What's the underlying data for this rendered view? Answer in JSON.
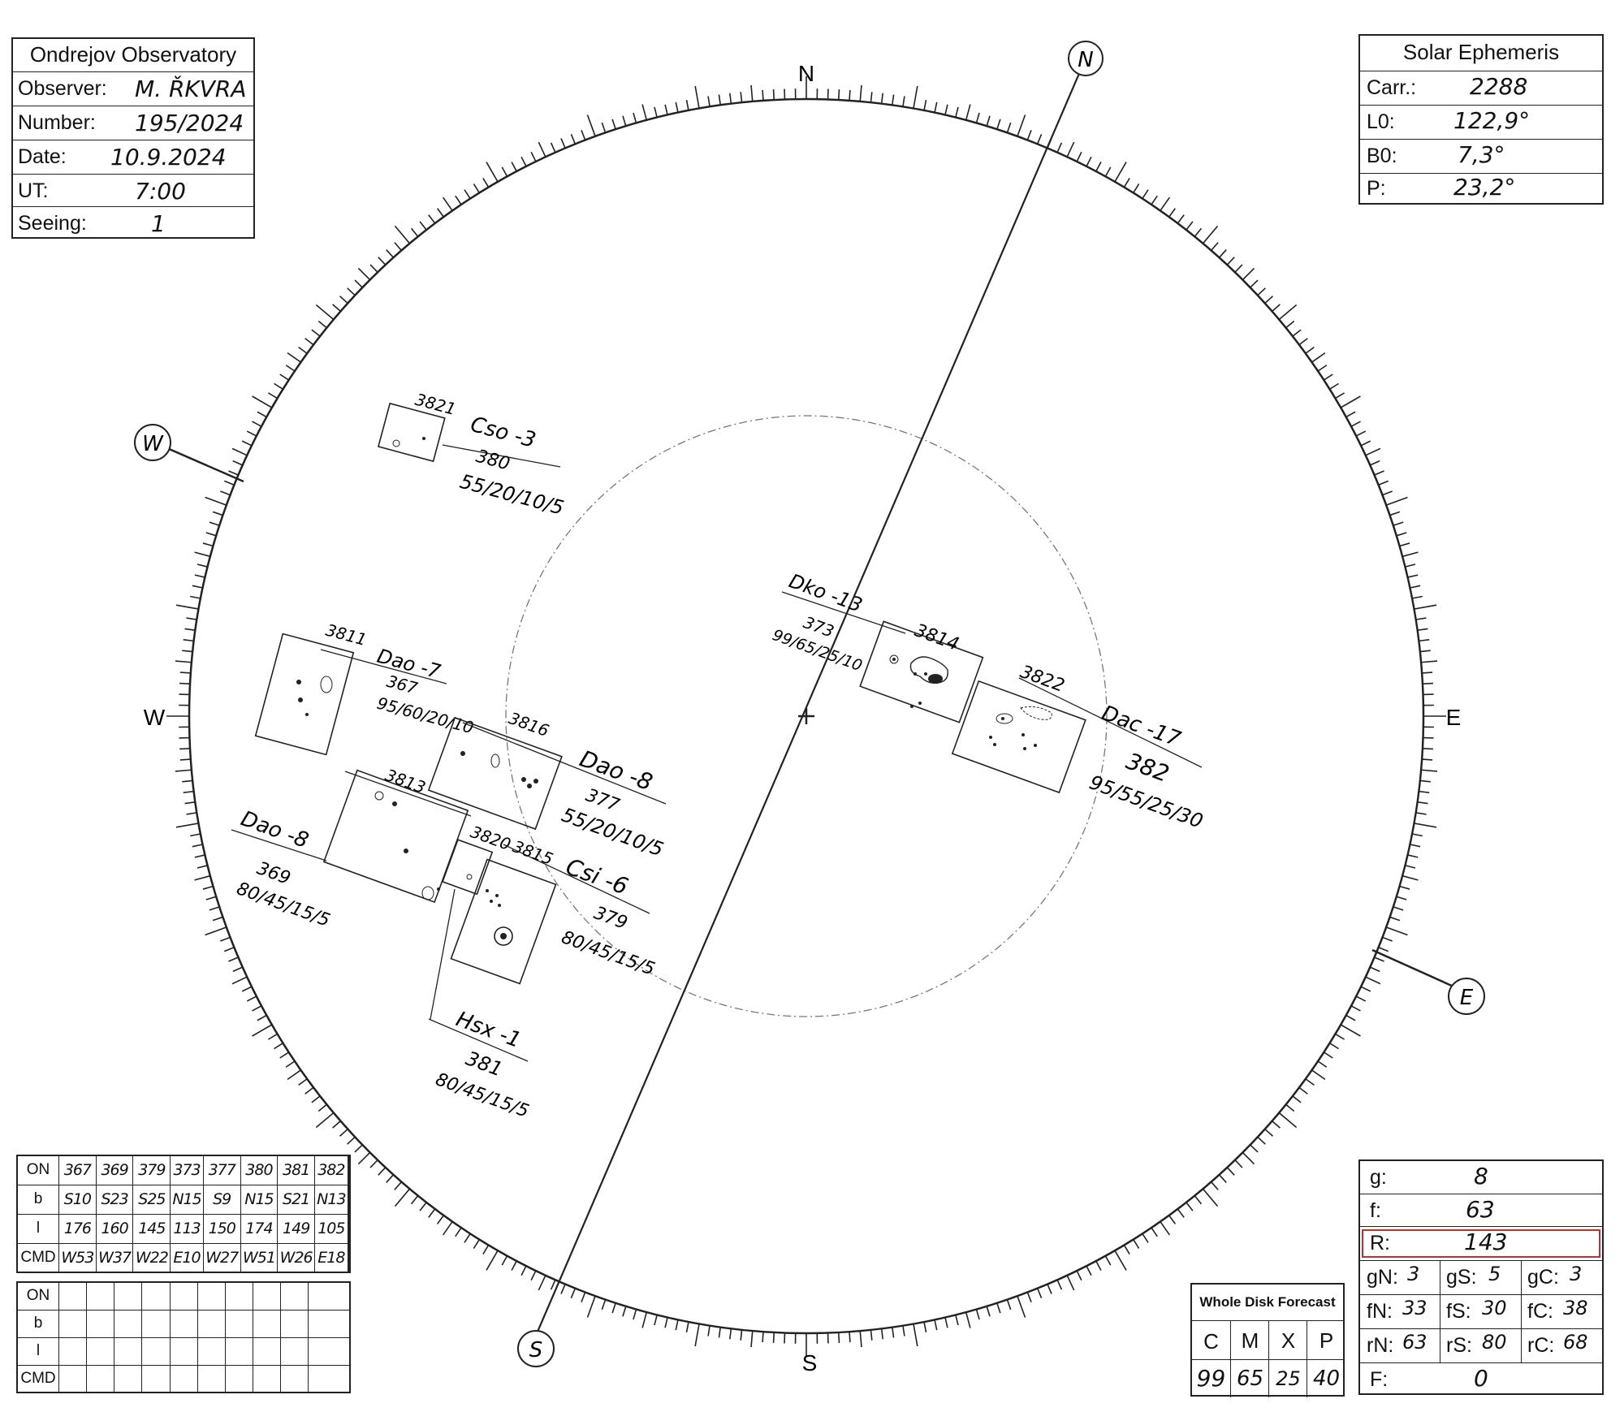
{
  "header": {
    "title": "Ondrejov Observatory",
    "fields": [
      {
        "label": "Observer:",
        "value": "M. ŘKVRA"
      },
      {
        "label": "Number:",
        "value": "195/2024"
      },
      {
        "label": "Date:",
        "value": "10.9.2024"
      },
      {
        "label": "UT:",
        "value": "7:00"
      },
      {
        "label": "Seeing:",
        "value": "1"
      }
    ]
  },
  "ephemeris": {
    "title": "Solar Ephemeris",
    "fields": [
      {
        "label": "Carr.:",
        "value": "2288"
      },
      {
        "label": "L0:",
        "value": "122,9°"
      },
      {
        "label": "B0:",
        "value": "7,3°"
      },
      {
        "label": "P:",
        "value": "23,2°"
      }
    ]
  },
  "compass": {
    "N": "N",
    "S": "S",
    "E": "E",
    "W": "W"
  },
  "axis_markers": {
    "N": "N",
    "S": "S",
    "E": "E",
    "W": "W"
  },
  "groups": [
    {
      "id": "3821",
      "class": "Cso -3",
      "number": "380",
      "params": "55/20/10/5"
    },
    {
      "id": "3811",
      "class": "Dao -7",
      "number": "367",
      "params": "95/60/20/10"
    },
    {
      "id": "3816",
      "class": "Dao -8",
      "number": "377",
      "params": "55/20/10/5"
    },
    {
      "id": "3813",
      "class": "Dao -8",
      "number": "369",
      "params": "80/45/15/5"
    },
    {
      "id": "3820",
      "class": "",
      "number": "",
      "params": ""
    },
    {
      "id": "3815",
      "class": "Csi -6",
      "number": "379",
      "params": "80/45/15/5"
    },
    {
      "id": "",
      "class": "Hsx -1",
      "number": "381",
      "params": "80/45/15/5"
    },
    {
      "id": "3814",
      "class": "Dko -13",
      "number": "373",
      "params": "99/65/25/10"
    },
    {
      "id": "3822",
      "class": "Dac -17",
      "number": "382",
      "params": "95/55/25/30"
    }
  ],
  "on_table": {
    "rows": [
      {
        "label": "ON",
        "cells": [
          "367",
          "369",
          "379",
          "373",
          "377",
          "380",
          "381",
          "382",
          "",
          ""
        ]
      },
      {
        "label": "b",
        "cells": [
          "S10",
          "S23",
          "S25",
          "N15",
          "S9",
          "N15",
          "S21",
          "N13",
          "",
          ""
        ]
      },
      {
        "label": "l",
        "cells": [
          "176",
          "160",
          "145",
          "113",
          "150",
          "174",
          "149",
          "105",
          "",
          ""
        ]
      },
      {
        "label": "CMD",
        "cells": [
          "W53",
          "W37",
          "W22",
          "E10",
          "W27",
          "W51",
          "W26",
          "E18",
          "",
          ""
        ]
      }
    ]
  },
  "on_table_empty": {
    "rows": [
      {
        "label": "ON"
      },
      {
        "label": "b"
      },
      {
        "label": "l"
      },
      {
        "label": "CMD"
      }
    ]
  },
  "forecast": {
    "title": "Whole Disk Forecast",
    "headers": [
      "C",
      "M",
      "X",
      "P"
    ],
    "values": [
      "99",
      "65",
      "25",
      "40"
    ]
  },
  "counts": {
    "g": {
      "label": "g:",
      "value": "8"
    },
    "f": {
      "label": "f:",
      "value": "63"
    },
    "R": {
      "label": "R:",
      "value": "143"
    },
    "gN": {
      "label": "gN:",
      "value": "3"
    },
    "gS": {
      "label": "gS:",
      "value": "5"
    },
    "gC": {
      "label": "gC:",
      "value": "3"
    },
    "fN": {
      "label": "fN:",
      "value": "33"
    },
    "fS": {
      "label": "fS:",
      "value": "30"
    },
    "fC": {
      "label": "fC:",
      "value": "38"
    },
    "rN": {
      "label": "rN:",
      "value": "63"
    },
    "rS": {
      "label": "rS:",
      "value": "80"
    },
    "rC": {
      "label": "rC:",
      "value": "68"
    },
    "F": {
      "label": "F:",
      "value": "0"
    }
  },
  "colors": {
    "R_box_border": "#c0302f",
    "ink": "#111111"
  }
}
